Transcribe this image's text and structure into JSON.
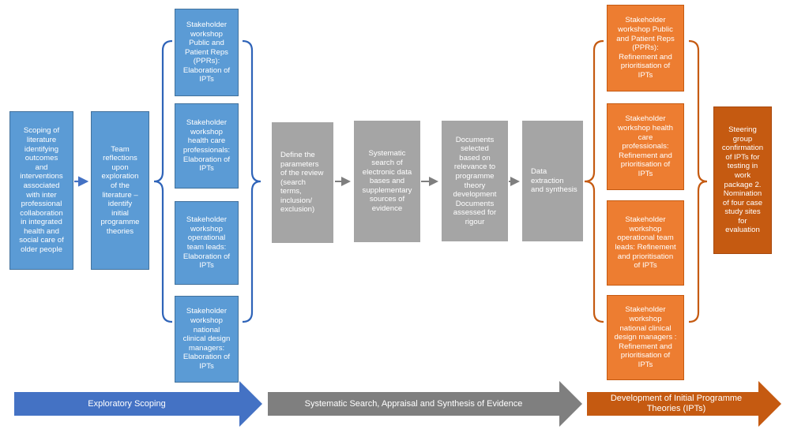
{
  "colors": {
    "blue": "#5b9bd5",
    "grey": "#a5a5a5",
    "orange": "#ed7d31",
    "dark_orange": "#c55a11",
    "blue_arrow": "#4472c4",
    "grey_arrow": "#7f7f7f",
    "orange_arrow": "#c55a11"
  },
  "scoping": "Scoping of\nliterature\nidentifying\noutcomes\nand\ninterventions\nassociated\nwith inter\nprofessional\ncollaboration\nin integrated\nhealth and\nsocial care of\nolder people",
  "team": "Team\nreflections\nupon\nexploration\nof the\nliterature –\nidentify\ninitial\nprogramme\ntheories",
  "workshops_blue": [
    "Stakeholder\nworkshop\nPublic and\nPatient Reps\n(PPRs):\nElaboration of\nIPTs",
    "Stakeholder\nworkshop\nhealth care\nprofessionals:\nElaboration of\nIPTs",
    "Stakeholder\nworkshop\noperational\nteam leads:\nElaboration of\nIPTs",
    "Stakeholder\nworkshop\nnational\nclinical design\nmanagers:\nElaboration of\nIPTs"
  ],
  "grey_steps": [
    "Define the\nparameters\nof the review\n(search\nterms,\ninclusion/\nexclusion)",
    "Systematic\nsearch of\nelectronic data\nbases and\nsupplementary\nsources of\nevidence",
    "Documents\nselected\nbased on\nrelevance to\nprogramme\ntheory\ndevelopment\nDocuments\nassessed for\nrigour",
    "Data\nextraction\nand synthesis"
  ],
  "workshops_orange": [
    "Stakeholder\nworkshop Public\nand Patient Reps\n(PPRs):\nRefinement and\nprioritisation of\nIPTs",
    "Stakeholder\nworkshop health\ncare\nprofessionals:\nRefinement and\nprioritisation of\nIPTs",
    "Stakeholder\nworkshop\noperational team\nleads: Refinement\nand prioritisation\nof IPTs",
    "Stakeholder\nworkshop\nnational clinical\ndesign managers :\nRefinement and\nprioritisation of\nIPTs"
  ],
  "steering": "Steering\ngroup\nconfirmation\nof IPTs for\ntesting in\nwork\npackage 2.\nNomination\nof four case\nstudy sites\nfor\nevaluation",
  "phases": [
    "Exploratory Scoping",
    "Systematic Search, Appraisal and Synthesis of Evidence",
    "Development of Initial Programme\nTheories (IPTs)"
  ]
}
